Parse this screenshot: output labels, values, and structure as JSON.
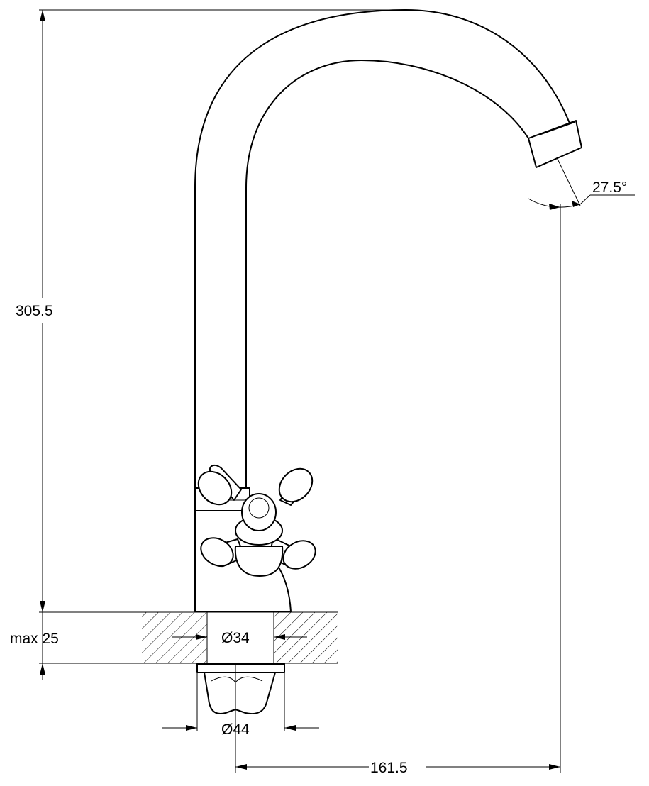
{
  "dimensions": {
    "height": "305.5",
    "angle": "27.5°",
    "counter_max": "max 25",
    "hole_diameter": "Ø34",
    "nut_diameter": "Ø44",
    "reach": "161.5"
  }
}
